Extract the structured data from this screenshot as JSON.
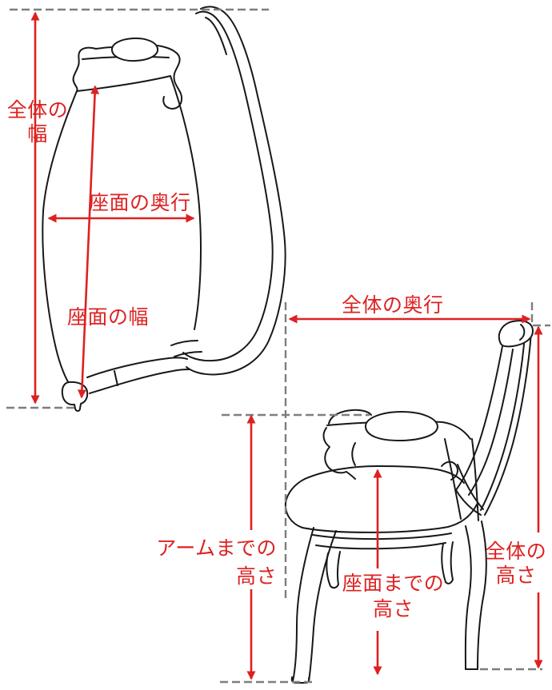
{
  "diagram_type": "chair-dimension-diagram",
  "annotations": {
    "overall_width": {
      "line1": "全体の",
      "line2": "幅"
    },
    "seat_depth": {
      "text": "座面の奥行"
    },
    "seat_width": {
      "text": "座面の幅"
    },
    "overall_depth": {
      "text": "全体の奥行"
    },
    "arm_height": {
      "line1": "アームまでの",
      "line2": "高さ"
    },
    "seat_to_floor_height": {
      "line1": "座面までの",
      "line2": "高さ"
    },
    "overall_height": {
      "line1": "全体の",
      "line2": "高さ"
    }
  },
  "colors": {
    "annotation_red": "#dd2121",
    "dashed_gray": "#7e7e7e",
    "line_art_black": "#181818",
    "background": "#ffffff"
  }
}
